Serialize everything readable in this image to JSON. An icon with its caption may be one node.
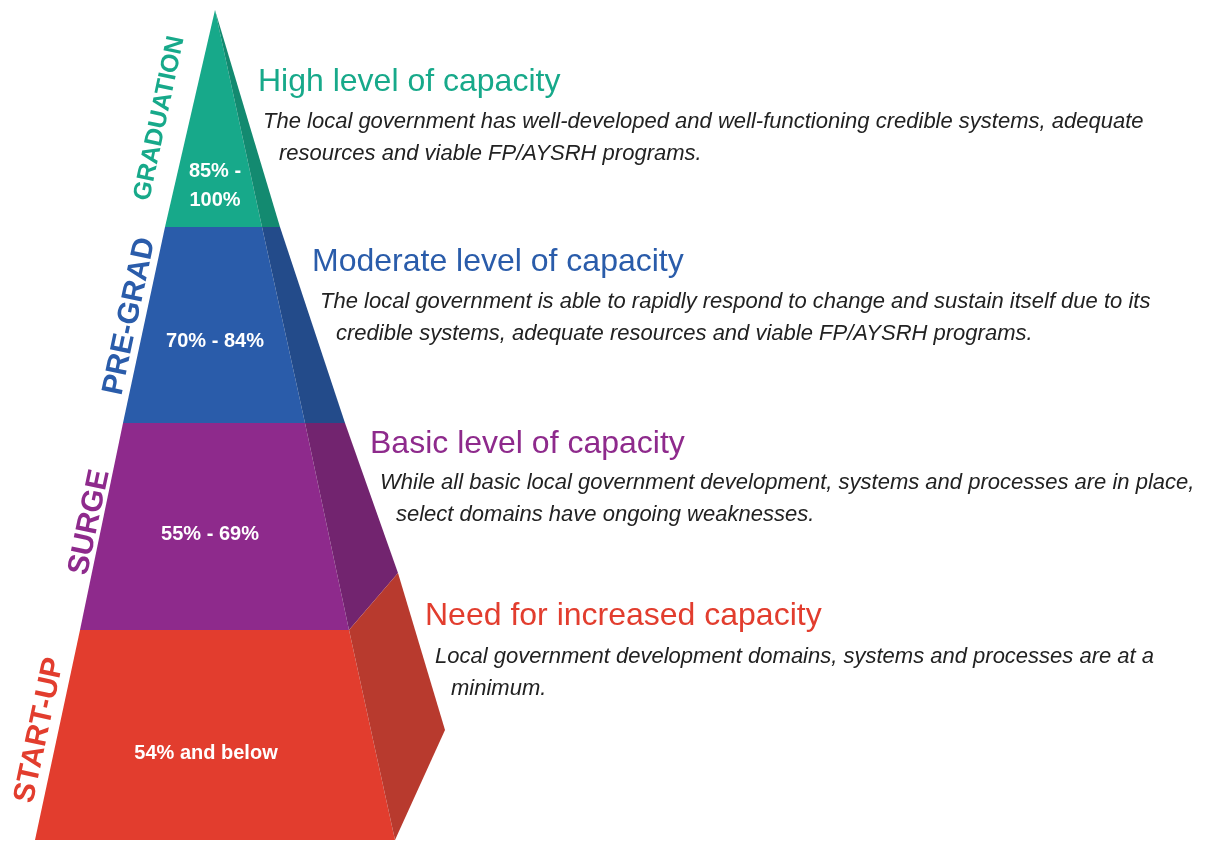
{
  "diagram": {
    "nodes": [
      {
        "text": [
          "85% - 100%"
        ],
        "beside": [
          "GRADUATION",
          "High level of capacity",
          "The local government has well-developed and well-functioning credible systems, adequate resources and viable FP/AYSRH programs."
        ]
      },
      {
        "text": [
          "70% - 84%"
        ],
        "beside": [
          "PRE-GRAD",
          "Moderate level of capacity",
          "The local government is able to rapidly respond to change and sustain itself due to its credible systems, adequate resources and viable FP/AYSRH programs."
        ]
      },
      {
        "text": [
          "55% - 69%"
        ],
        "beside": [
          "SURGE",
          "Basic level of capacity",
          "While all basic local government development, systems and processes are in place, select domains have ongoing weaknesses."
        ]
      },
      {
        "text": [
          "54% and below"
        ],
        "beside": [
          "START-UP",
          "Need for increased capacity",
          "Local government development domains, systems and processes are at a minimum."
        ]
      }
    ]
  }
}
